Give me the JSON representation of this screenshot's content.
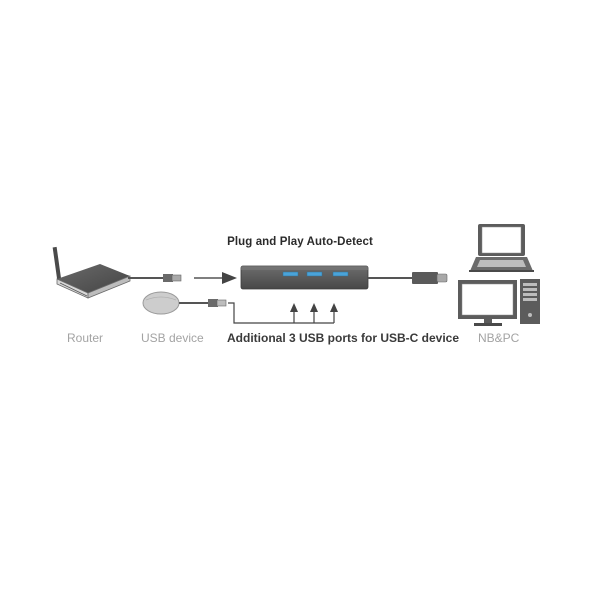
{
  "diagram": {
    "title": "Plug and Play Auto-Detect",
    "labels": {
      "router": "Router",
      "usb_device": "USB device",
      "additional_ports": "Additional 3 USB ports for USB-C device",
      "nb_pc": "NB&PC"
    },
    "colors": {
      "device_dark": "#5b5b5b",
      "device_light": "#cfcfcf",
      "cable": "#555555",
      "usb_port": "#4aa3d9",
      "label_grey": "#a3a3a3",
      "label_dark": "#3a3a3a"
    },
    "icons": [
      "router-icon",
      "mouse-icon",
      "usb-hub-icon",
      "laptop-icon",
      "desktop-pc-icon"
    ]
  }
}
